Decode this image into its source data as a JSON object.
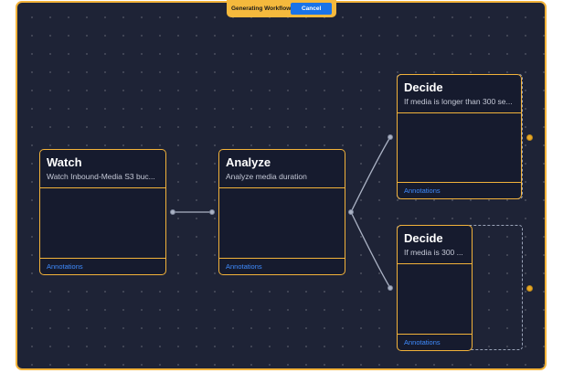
{
  "toolbar": {
    "status": "Generating Workflow",
    "cancel_label": "Cancel"
  },
  "nodes": [
    {
      "id": "watch",
      "title": "Watch",
      "subtitle": "Watch Inbound-Media S3 buc...",
      "footer": "Annotations"
    },
    {
      "id": "analyze",
      "title": "Analyze",
      "subtitle": "Analyze media duration",
      "footer": "Annotations"
    },
    {
      "id": "decide1",
      "title": "Decide",
      "subtitle": "If media is longer than 300 se...",
      "footer": "Annotations"
    },
    {
      "id": "decide2",
      "title": "Decide",
      "subtitle": "If media is 300 ...",
      "footer": "Annotations"
    }
  ],
  "colors": {
    "accent": "#f2b23a",
    "canvas": "#1e2336",
    "node": "#161b2e",
    "link": "#3f8cff",
    "button": "#1a73e8"
  }
}
